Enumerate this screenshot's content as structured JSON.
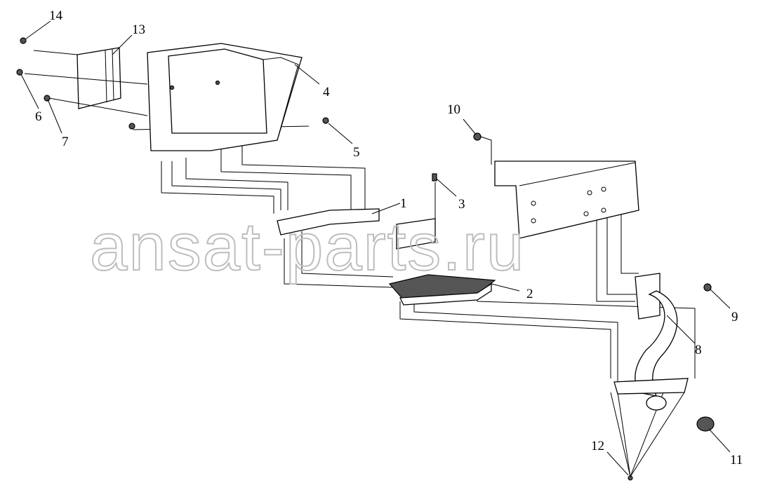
{
  "watermark": "ansat-parts.ru",
  "callouts": [
    {
      "id": "1",
      "label": "1"
    },
    {
      "id": "2",
      "label": "2"
    },
    {
      "id": "3",
      "label": "3"
    },
    {
      "id": "4",
      "label": "4"
    },
    {
      "id": "5",
      "label": "5"
    },
    {
      "id": "6",
      "label": "6"
    },
    {
      "id": "7",
      "label": "7"
    },
    {
      "id": "8",
      "label": "8"
    },
    {
      "id": "9",
      "label": "9"
    },
    {
      "id": "10",
      "label": "10"
    },
    {
      "id": "11",
      "label": "11"
    },
    {
      "id": "12",
      "label": "12"
    },
    {
      "id": "13",
      "label": "13"
    },
    {
      "id": "14",
      "label": "14"
    }
  ]
}
